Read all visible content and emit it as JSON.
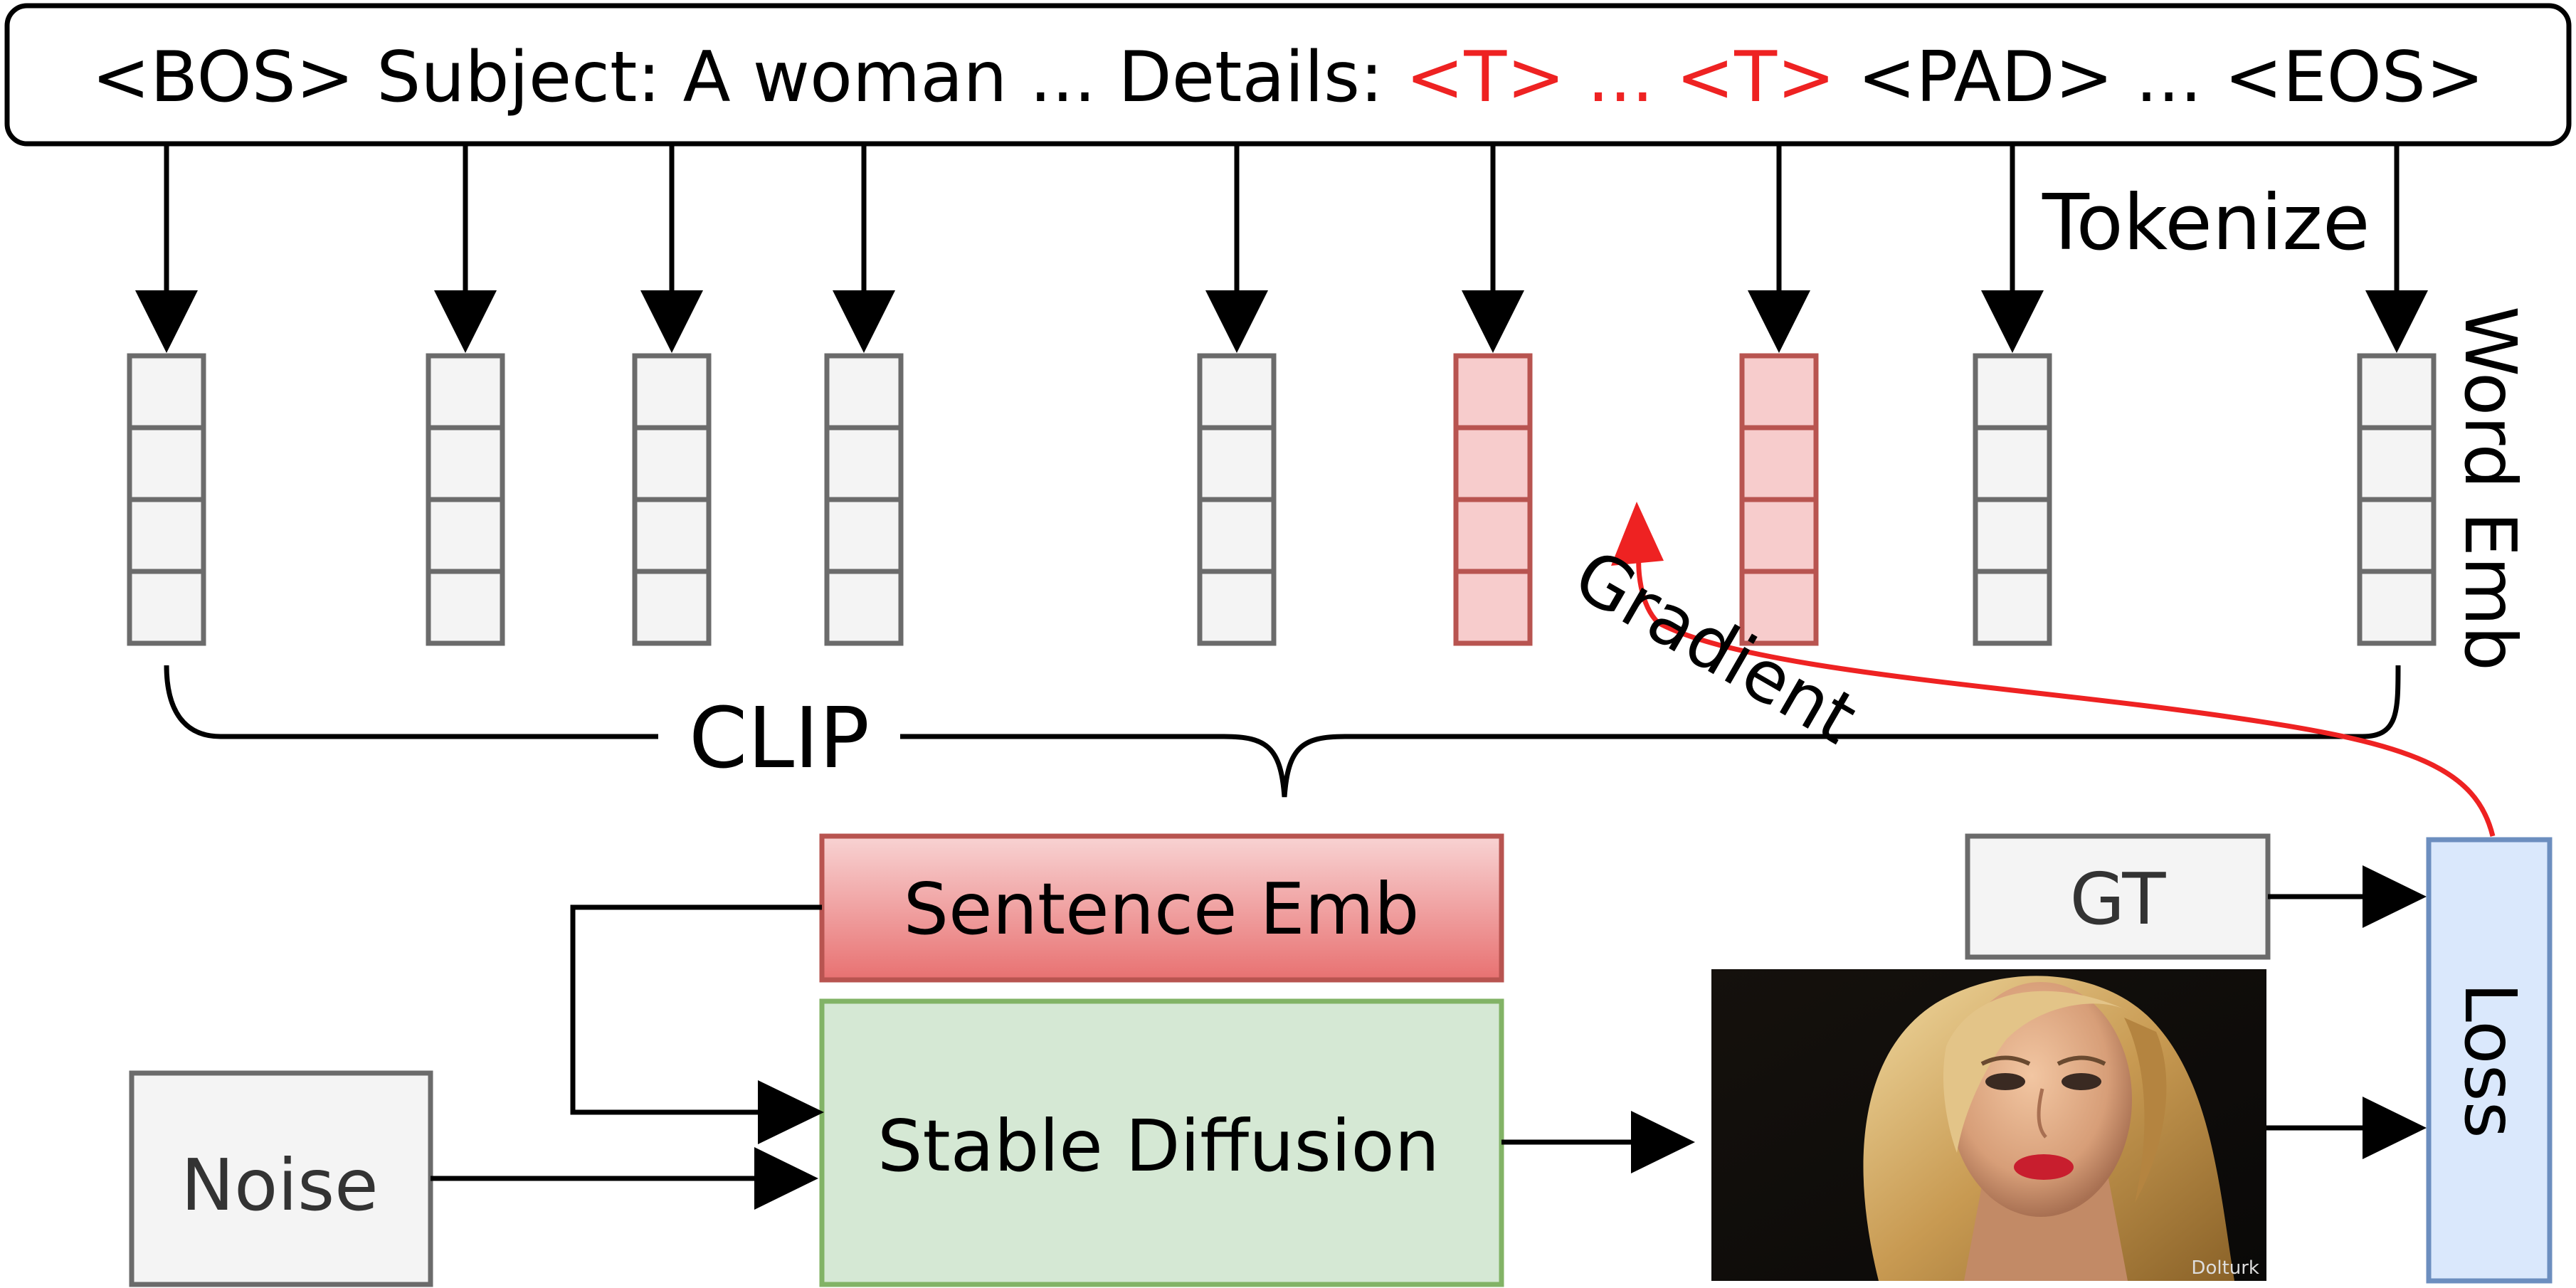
{
  "prompt": {
    "bos": "<BOS>",
    "part1": " Subject: A woman ... Details: ",
    "t1": "<T>",
    "ellipsis_red": " ... ",
    "t2": "<T>",
    "part2": " <PAD> ... <EOS>"
  },
  "labels": {
    "tokenize": "Tokenize",
    "word_emb": "Word Emb",
    "clip": "CLIP",
    "gradient": "Gradient",
    "sentence_emb": "Sentence Emb",
    "stable_diffusion": "Stable Diffusion",
    "noise": "Noise",
    "gt": "GT",
    "loss": "Loss",
    "watermark": "Dolturk"
  },
  "colors": {
    "text": "#000000",
    "highlight": "#ee2222",
    "gray_fill": "#f4f4f4",
    "gray_stroke": "#6b6b6b",
    "red_fill": "#f7cccc",
    "red_stroke": "#b85450",
    "green_fill": "#d5e8d4",
    "green_stroke": "#82b366",
    "blue_fill": "#dae8fc",
    "blue_stroke": "#6c8ebf"
  },
  "embeddings": [
    {
      "token": "bos",
      "highlight": false
    },
    {
      "token": "subject",
      "highlight": false
    },
    {
      "token": "a",
      "highlight": false
    },
    {
      "token": "woman",
      "highlight": false
    },
    {
      "token": "details",
      "highlight": false
    },
    {
      "token": "t1",
      "highlight": true
    },
    {
      "token": "t2",
      "highlight": true
    },
    {
      "token": "pad",
      "highlight": false
    },
    {
      "token": "eos",
      "highlight": false
    }
  ]
}
